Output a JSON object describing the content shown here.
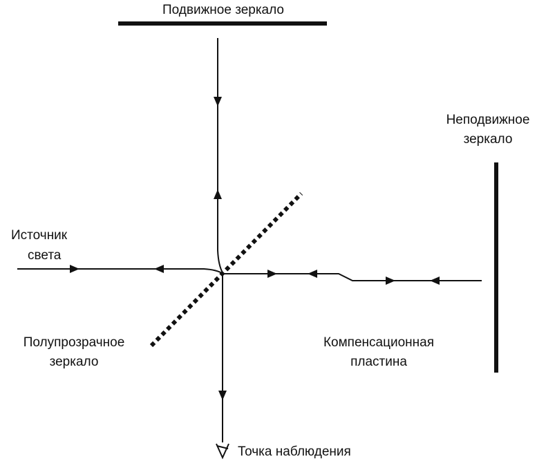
{
  "diagram": {
    "type": "michelson-interferometer",
    "labels": {
      "movable_mirror": "Подвижное зеркало",
      "fixed_mirror_line1": "Неподвижное",
      "fixed_mirror_line2": "зеркало",
      "light_source_line1": "Источник",
      "light_source_line2": "света",
      "beam_splitter_line1": "Полупрозрачное",
      "beam_splitter_line2": "зеркало",
      "compensator_line1": "Компенсационная",
      "compensator_line2": "пластина",
      "observation_point": "Точка наблюдения"
    },
    "colors": {
      "stroke": "#111111",
      "background": "#ffffff"
    }
  }
}
